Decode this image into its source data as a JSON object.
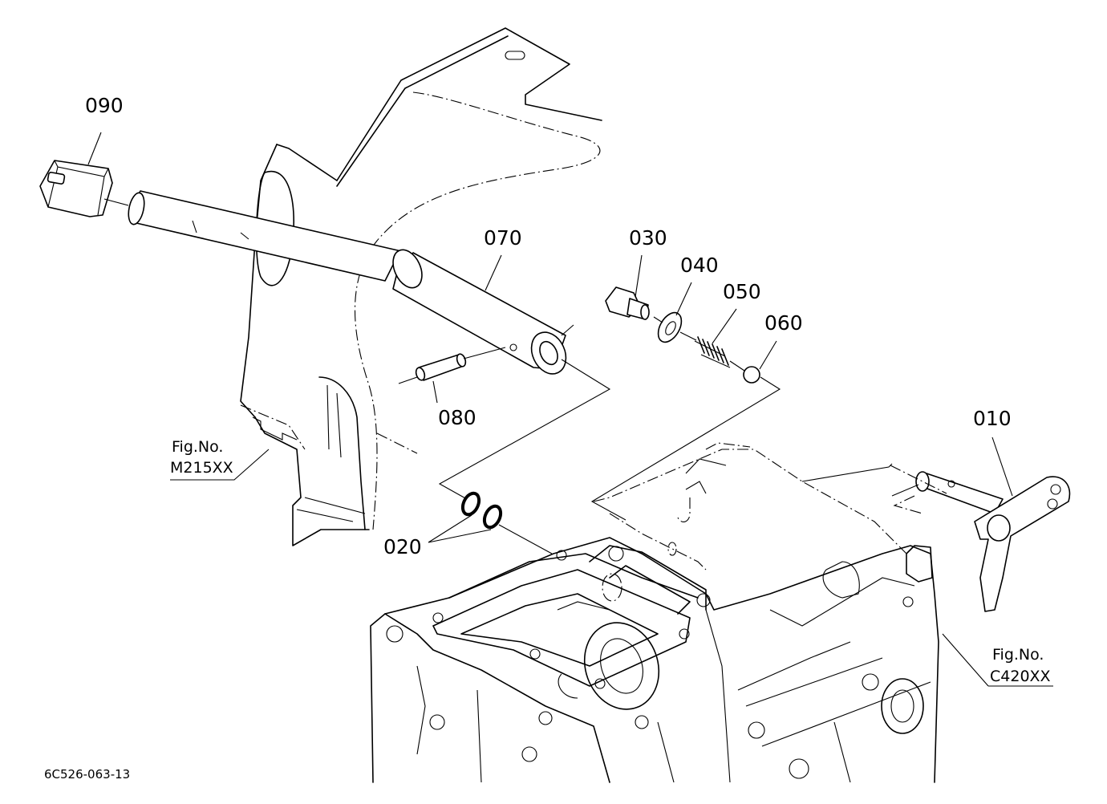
{
  "parts": {
    "p010": "010",
    "p020": "020",
    "p030": "030",
    "p040": "040",
    "p050": "050",
    "p060": "060",
    "p070": "070",
    "p080": "080",
    "p090": "090"
  },
  "references": {
    "m215": {
      "title": "Fig.No.",
      "number": "M215XX"
    },
    "c420": {
      "title": "Fig.No.",
      "number": "C420XX"
    }
  },
  "drawing_code": "6C526-063-13"
}
